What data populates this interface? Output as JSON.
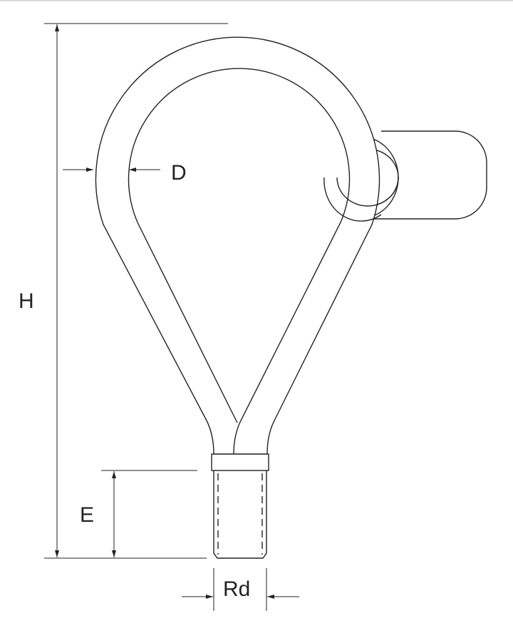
{
  "diagram": {
    "labels": {
      "height": "H",
      "diameter": "D",
      "thread_length": "E",
      "thread_diameter": "Rd"
    },
    "line_color": "#222222"
  }
}
